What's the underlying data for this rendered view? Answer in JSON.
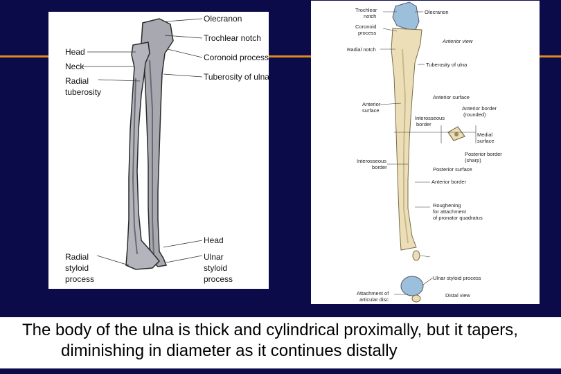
{
  "left_figure": {
    "labels": {
      "olecranon": "Olecranon",
      "trochlear_notch": "Trochlear notch",
      "coronoid_process": "Coronoid process",
      "tuberosity_of_ulna": "Tuberosity of ulna",
      "head": "Head",
      "neck": "Neck",
      "radial_tuberosity_1": "Radial",
      "radial_tuberosity_2": "tuberosity",
      "head_distal": "Head",
      "radial_styloid_1": "Radial",
      "radial_styloid_2": "styloid",
      "radial_styloid_3": "process",
      "ulnar_styloid_1": "Ulnar",
      "ulnar_styloid_2": "styloid",
      "ulnar_styloid_3": "process"
    }
  },
  "right_figure": {
    "labels": {
      "trochlear_notch_1": "Trochlear",
      "trochlear_notch_2": "notch",
      "olecranon": "Olecranon",
      "coronoid_1": "Coronoid",
      "coronoid_2": "process",
      "anterior_view": "Anterior view",
      "radial_notch": "Radial notch",
      "tuberosity": "Tuberosity of ulna",
      "anterior_surface_top": "Anterior surface",
      "anterior_surface_1": "Anterior",
      "anterior_surface_2": "surface",
      "anterior_border_1": "Anterior border",
      "anterior_border_2": "(rounded)",
      "interosseous_1": "Interosseous",
      "interosseous_2": "border",
      "medial_1": "Medial",
      "medial_2": "surface",
      "posterior_border_1": "Posterior border",
      "posterior_border_2": "(sharp)",
      "interosseous_b_1": "Interosseous",
      "interosseous_b_2": "border",
      "posterior_surface": "Posterior surface",
      "anterior_border_low": "Anterior border",
      "roughening_1": "Roughening",
      "roughening_2": "for attachment",
      "roughening_3": "of pronator quadratus",
      "ulnar_styloid": "Ulnar styloid process",
      "attachment_1": "Attachment of",
      "attachment_2": "articular disc",
      "distal_view": "Distal view"
    }
  },
  "caption": "The body of the ulna is thick and cylindrical proximally, but it tapers, diminishing in diameter as it continues distally",
  "colors": {
    "background": "#0b0b4a",
    "accent": "#e08a1e",
    "bone_gray": "#a8a8b0",
    "bone_cream": "#ecdfb8",
    "cartilage_blue": "#9cc0dc"
  }
}
